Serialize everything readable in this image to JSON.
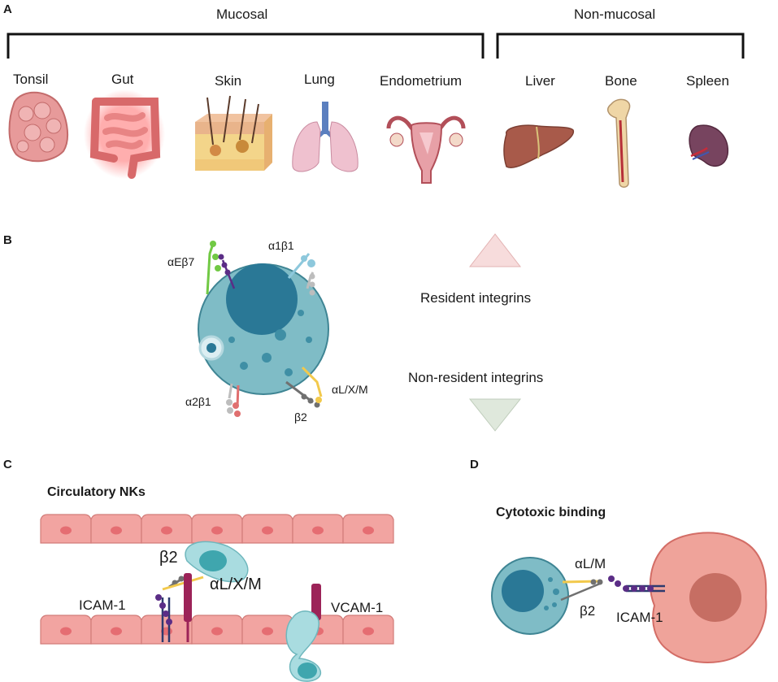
{
  "panels": {
    "a": {
      "letter": "A",
      "groups": {
        "mucosal": "Mucosal",
        "non_mucosal": "Non-mucosal"
      },
      "organs": [
        "Tonsil",
        "Gut",
        "Skin",
        "Lung",
        "Endometrium",
        "Liver",
        "Bone",
        "Spleen"
      ]
    },
    "b": {
      "letter": "B",
      "integrins": {
        "aeb7": "αEβ7",
        "a1b1": "α1β1",
        "a2b1": "α2β1",
        "b2": "β2",
        "alxm": "αL/X/M"
      },
      "legend": {
        "resident": "Resident integrins",
        "non_resident": "Non-resident integrins"
      }
    },
    "c": {
      "letter": "C",
      "title": "Circulatory NKs",
      "labels": {
        "b2": "β2",
        "alxm": "αL/X/M",
        "icam": "ICAM-1",
        "vcam": "VCAM-1"
      }
    },
    "d": {
      "letter": "D",
      "title": "Cytotoxic binding",
      "labels": {
        "alm": "αL/M",
        "b2": "β2",
        "icam": "ICAM-1"
      }
    }
  },
  "colors": {
    "nk_cell": "#7fbcc6",
    "nk_nucleus": "#2a7896",
    "endothelium": "#f2a4a1",
    "resident_triangle": "#f7dcdc",
    "non_resident_triangle": "#dfe8dc",
    "alpha_chain_yellow": "#f2c94c",
    "beta_chain_grey": "#707070",
    "icam_purple": "#5b2d86",
    "vcam_magenta": "#9c2358"
  }
}
